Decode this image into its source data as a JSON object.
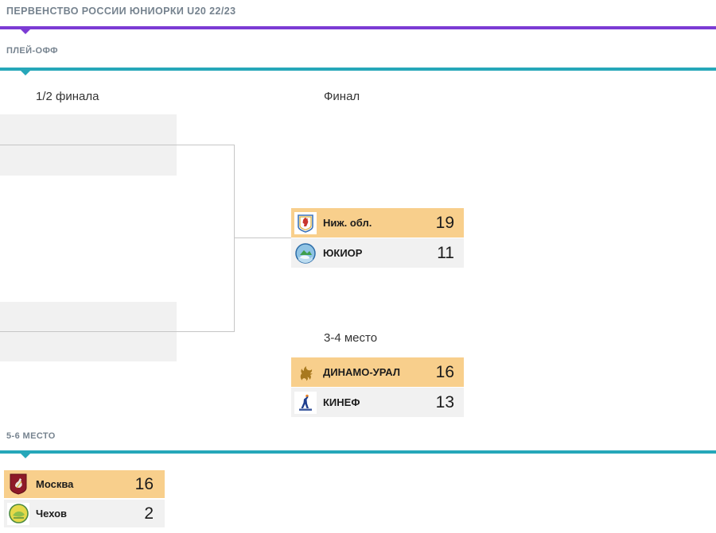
{
  "page_title": "ПЕРВЕНСТВО РОССИИ ЮНИОРКИ U20 22/23",
  "sections": {
    "playoff_label": "ПЛЕЙ-ОФФ",
    "place56_label": "5-6 МЕСТО"
  },
  "round_headers": {
    "semifinal": "1/2 финала",
    "final": "Финал",
    "place34": "3-4 место"
  },
  "matches": {
    "final": {
      "home": {
        "name": "Ниж. обл.",
        "score": "19",
        "logo_icon": "nizhniy-oblast-crest-icon"
      },
      "away": {
        "name": "ЮКИОР",
        "score": "11",
        "logo_icon": "yukior-emblem-icon"
      }
    },
    "place34": {
      "home": {
        "name": "ДИНАМО-УРАЛ",
        "score": "16",
        "logo_icon": "dynamo-ural-dragon-icon"
      },
      "away": {
        "name": "КИНЕФ",
        "score": "13",
        "logo_icon": "kinef-emblem-icon"
      }
    },
    "place56": {
      "home": {
        "name": "Москва",
        "score": "16",
        "logo_icon": "moskva-crest-icon"
      },
      "away": {
        "name": "Чехов",
        "score": "2",
        "logo_icon": "chekhov-emblem-icon"
      }
    }
  },
  "colors": {
    "accent_purple": "#7c3bd4",
    "accent_teal": "#26a7b9",
    "winner_row_bg": "#f8cf8c",
    "loser_row_bg": "#f1f1f1",
    "section_label_text": "#76838f",
    "connector_line": "#c6c6c6"
  }
}
